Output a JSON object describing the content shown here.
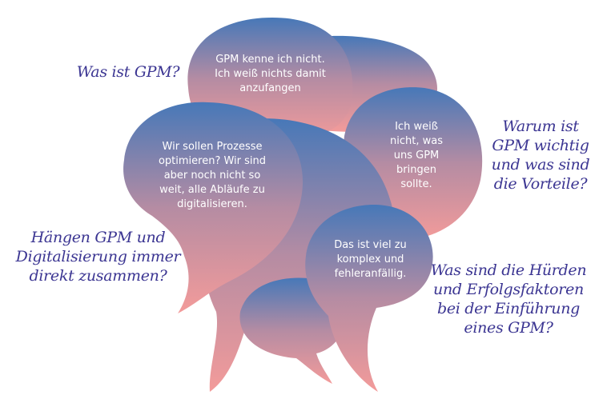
{
  "colors": {
    "gradient_top": "#4778b8",
    "gradient_bottom": "#f39b9a",
    "question_text": "#3b3592"
  },
  "questions": [
    "Was ist GPM?",
    "Warum ist\nGPM wichtig\nund was sind\ndie Vorteile?",
    "Hängen GPM und\nDigitalisierung immer\ndirekt zusammen?",
    "Was sind die Hürden\nund Erfolgsfaktoren\nbei der Einführung\neines GPM?"
  ],
  "bubbles": [
    "GPM kenne ich nicht.\nIch weiß nichts damit\nanzufangen",
    "Wir sollen Prozesse\noptimieren? Wir sind\naber noch nicht so\nweit, alle Abläufe zu\ndigitalisieren.",
    "Ich weiß\nnicht, was\nuns GPM\nbringen\nsollte.",
    "Das ist viel zu\nkomplex und\nfehleranfällig."
  ]
}
